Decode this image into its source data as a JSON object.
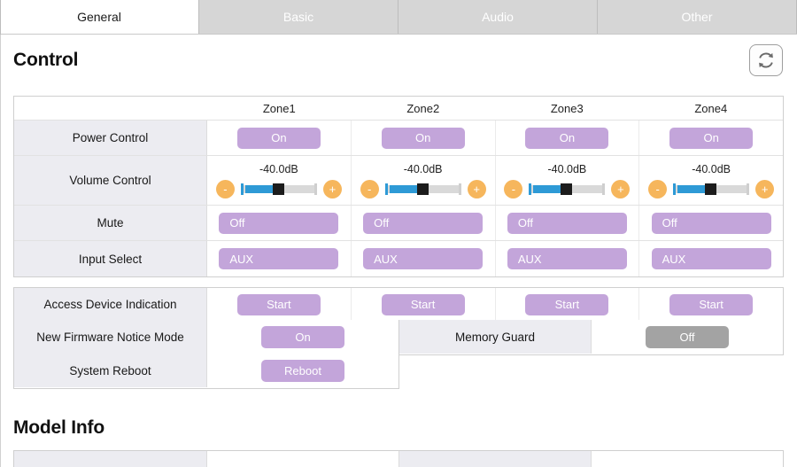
{
  "tabs": [
    {
      "label": "General",
      "active": true
    },
    {
      "label": "Basic",
      "active": false
    },
    {
      "label": "Audio",
      "active": false
    },
    {
      "label": "Other",
      "active": false
    }
  ],
  "toolbar": {
    "refresh_icon": "refresh-icon"
  },
  "control": {
    "heading": "Control",
    "zones": [
      "Zone1",
      "Zone2",
      "Zone3",
      "Zone4"
    ],
    "rows": {
      "power": {
        "label": "Power Control",
        "values": [
          "On",
          "On",
          "On",
          "On"
        ]
      },
      "volume": {
        "label": "Volume Control",
        "values": [
          "-40.0dB",
          "-40.0dB",
          "-40.0dB",
          "-40.0dB"
        ],
        "minus": "-",
        "plus": "+",
        "fill_percent": 42
      },
      "mute": {
        "label": "Mute",
        "values": [
          "Off",
          "Off",
          "Off",
          "Off"
        ]
      },
      "input": {
        "label": "Input Select",
        "values": [
          "AUX",
          "AUX",
          "AUX",
          "AUX"
        ]
      }
    }
  },
  "system": {
    "access": {
      "label": "Access Device Indication",
      "values": [
        "Start",
        "Start",
        "Start",
        "Start"
      ]
    },
    "firmware": {
      "label": "New Firmware Notice Mode",
      "value": "On"
    },
    "memory_guard": {
      "label": "Memory Guard",
      "value": "Off"
    },
    "reboot": {
      "label": "System Reboot",
      "value": "Reboot"
    }
  },
  "model_info": {
    "heading": "Model Info"
  },
  "colors": {
    "accent_purple": "#c3a5da",
    "disabled_gray": "#a3a3a3",
    "slider_blue": "#2e9ad6",
    "stepper_orange": "#f6b65c",
    "label_bg": "#ececf1",
    "tab_inactive_bg": "#d6d6d6"
  }
}
